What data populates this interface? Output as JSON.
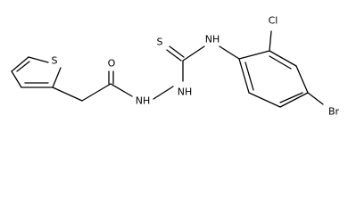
{
  "molecule": {
    "atom_labels": {
      "thiophene_s": "S",
      "carbonyl_o": "O",
      "hydrazine_nh_left": "NH",
      "hydrazine_nh_right": "NH",
      "thione_s": "S",
      "amine_nh": "NH",
      "chloro": "Cl",
      "bromo": "Br"
    }
  }
}
